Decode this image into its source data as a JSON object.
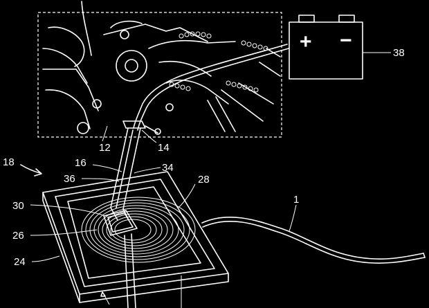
{
  "labels": {
    "battery": "38",
    "mount": "12",
    "stand_tip": "14",
    "stand": "16",
    "charger": "18",
    "cable_top": "34",
    "cable_left": "36",
    "coil": "28",
    "pad_outer": "30",
    "pad_inner": "26",
    "base": "24",
    "power_cable": "1"
  },
  "battery": {
    "positive_symbol": "+",
    "negative_symbol": "−"
  },
  "colors": {
    "background": "#000000",
    "line": "#ffffff"
  }
}
